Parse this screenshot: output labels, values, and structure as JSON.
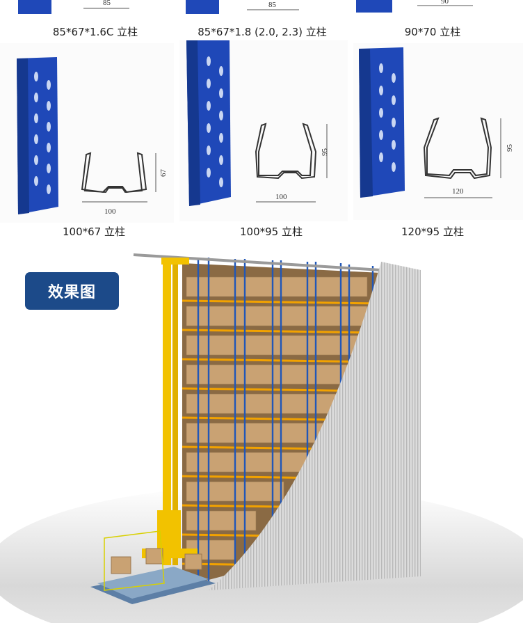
{
  "top_row": {
    "captions": [
      "85*67*1.6C 立柱",
      "85*67*1.8 (2.0, 2.3) 立柱",
      "90*70 立柱"
    ],
    "dims": [
      "85",
      "85",
      "90"
    ]
  },
  "second_row": [
    {
      "caption": "100*67 立柱",
      "width_label": "100",
      "height_label": "67"
    },
    {
      "caption": "100*95 立柱",
      "width_label": "100",
      "height_label": "95"
    },
    {
      "caption": "120*95 立柱",
      "width_label": "120",
      "height_label": "95"
    }
  ],
  "badge": {
    "label": "效果图"
  },
  "colors": {
    "post_blue": "#1f48b8",
    "badge_blue": "#1c4a89",
    "crane_yellow": "#f2c200"
  }
}
